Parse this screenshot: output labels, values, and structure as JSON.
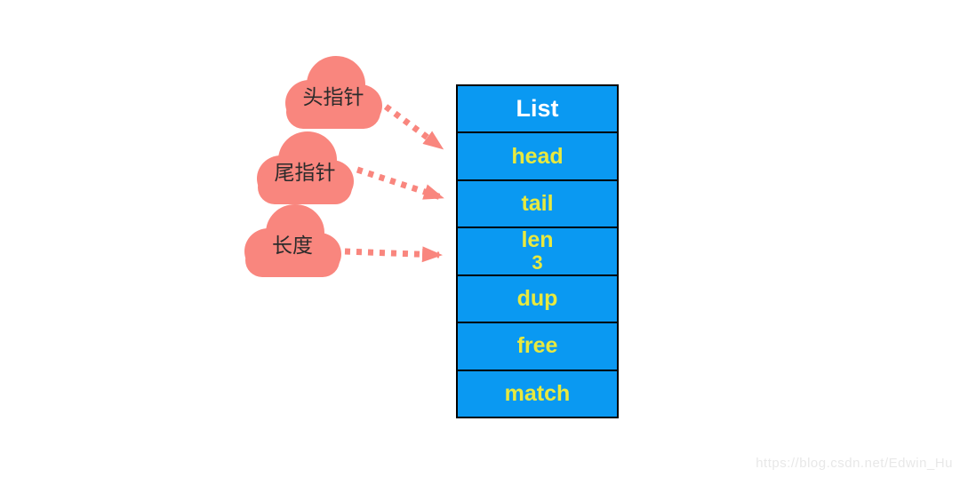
{
  "diagram": {
    "clouds": [
      {
        "label": "头指针"
      },
      {
        "label": "尾指针"
      },
      {
        "label": "长度"
      }
    ],
    "table": {
      "title": "List",
      "rows": [
        {
          "label": "head"
        },
        {
          "label": "tail"
        },
        {
          "label": "len",
          "value": "3"
        },
        {
          "label": "dup"
        },
        {
          "label": "free"
        },
        {
          "label": "match"
        }
      ]
    },
    "colors": {
      "cloud_fill": "#f9867e",
      "arrow": "#f9867e",
      "table_fill": "#0a99f2",
      "cell_text": "#e8e93f",
      "title_text": "#ffffff",
      "border": "#000000"
    },
    "watermark": "https://blog.csdn.net/Edwin_Hu"
  }
}
